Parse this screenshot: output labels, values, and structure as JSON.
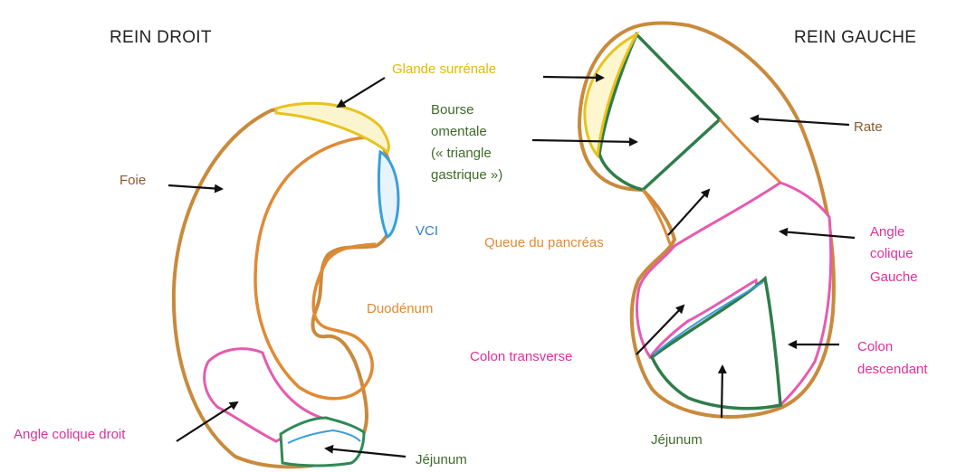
{
  "titles": {
    "right_kidney": "REIN DROIT",
    "left_kidney": "REIN GAUCHE"
  },
  "labels": {
    "adrenal": "Glande surrénale",
    "omental_bursa_1": "Bourse",
    "omental_bursa_2": "omentale",
    "omental_bursa_3": "(« triangle",
    "omental_bursa_4": "gastrique »)",
    "liver": "Foie",
    "ivc": "VCI",
    "duodenum": "Duodénum",
    "right_colic_angle": "Angle colique droit",
    "jejunum_right": "Jéjunum",
    "spleen": "Rate",
    "pancreas_tail": "Queue du pancréas",
    "left_colic_angle_1": "Angle",
    "left_colic_angle_2": "colique",
    "left_colic_angle_3": "Gauche",
    "transverse_colon": "Colon transverse",
    "descending_colon_1": "Colon",
    "descending_colon_2": "descendant",
    "jejunum_left": "Jéjunum"
  },
  "colors": {
    "liver": "#c98a3c",
    "adrenal": "#e8c21e",
    "omental": "#2f7d4a",
    "ivc": "#3a9fd8",
    "duodenum": "#e08a35",
    "colon": "#e55bb0",
    "jejunum": "#2f8a55",
    "text_brown": "#8b5a2b",
    "text_green": "#3f6b2a",
    "text_pink": "#e0309a",
    "text_orange": "#e08a35",
    "text_yellow": "#e6b800",
    "text_blue": "#2f7fd0"
  }
}
